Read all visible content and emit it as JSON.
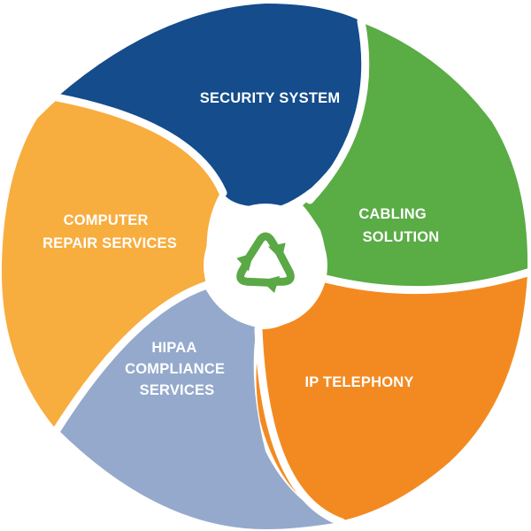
{
  "segments": [
    {
      "id": "security-system",
      "lines": [
        "SECURITY SYSTEM"
      ],
      "color": "#144c8c"
    },
    {
      "id": "cabling-solution",
      "lines": [
        "CABLING",
        "SOLUTION"
      ],
      "color": "#5aac45"
    },
    {
      "id": "ip-telephony",
      "lines": [
        "IP TELEPHONY"
      ],
      "color": "#f38a21"
    },
    {
      "id": "hipaa-compliance-services",
      "lines": [
        "HIPAA",
        "COMPLIANCE",
        "SERVICES"
      ],
      "color": "#94a9cc"
    },
    {
      "id": "computer-repair-services",
      "lines": [
        "COMPUTER",
        "REPAIR SERVICES"
      ],
      "color": "#f8ad3f"
    }
  ],
  "center": {
    "icon": "recycle-icon",
    "icon_color": "#5aa846",
    "background": "#ffffff"
  }
}
